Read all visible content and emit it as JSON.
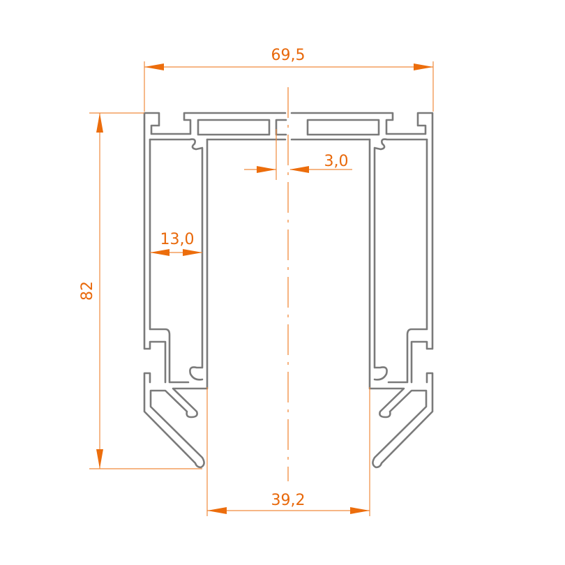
{
  "drawing": {
    "dimensions": {
      "overall_width": "69,5",
      "overall_height": "82",
      "gap": "3,0",
      "chamber_width": "13,0",
      "opening_width": "39,2"
    },
    "colors": {
      "dimension": "#ec6d0c",
      "profile": "#7a7a7a"
    }
  }
}
